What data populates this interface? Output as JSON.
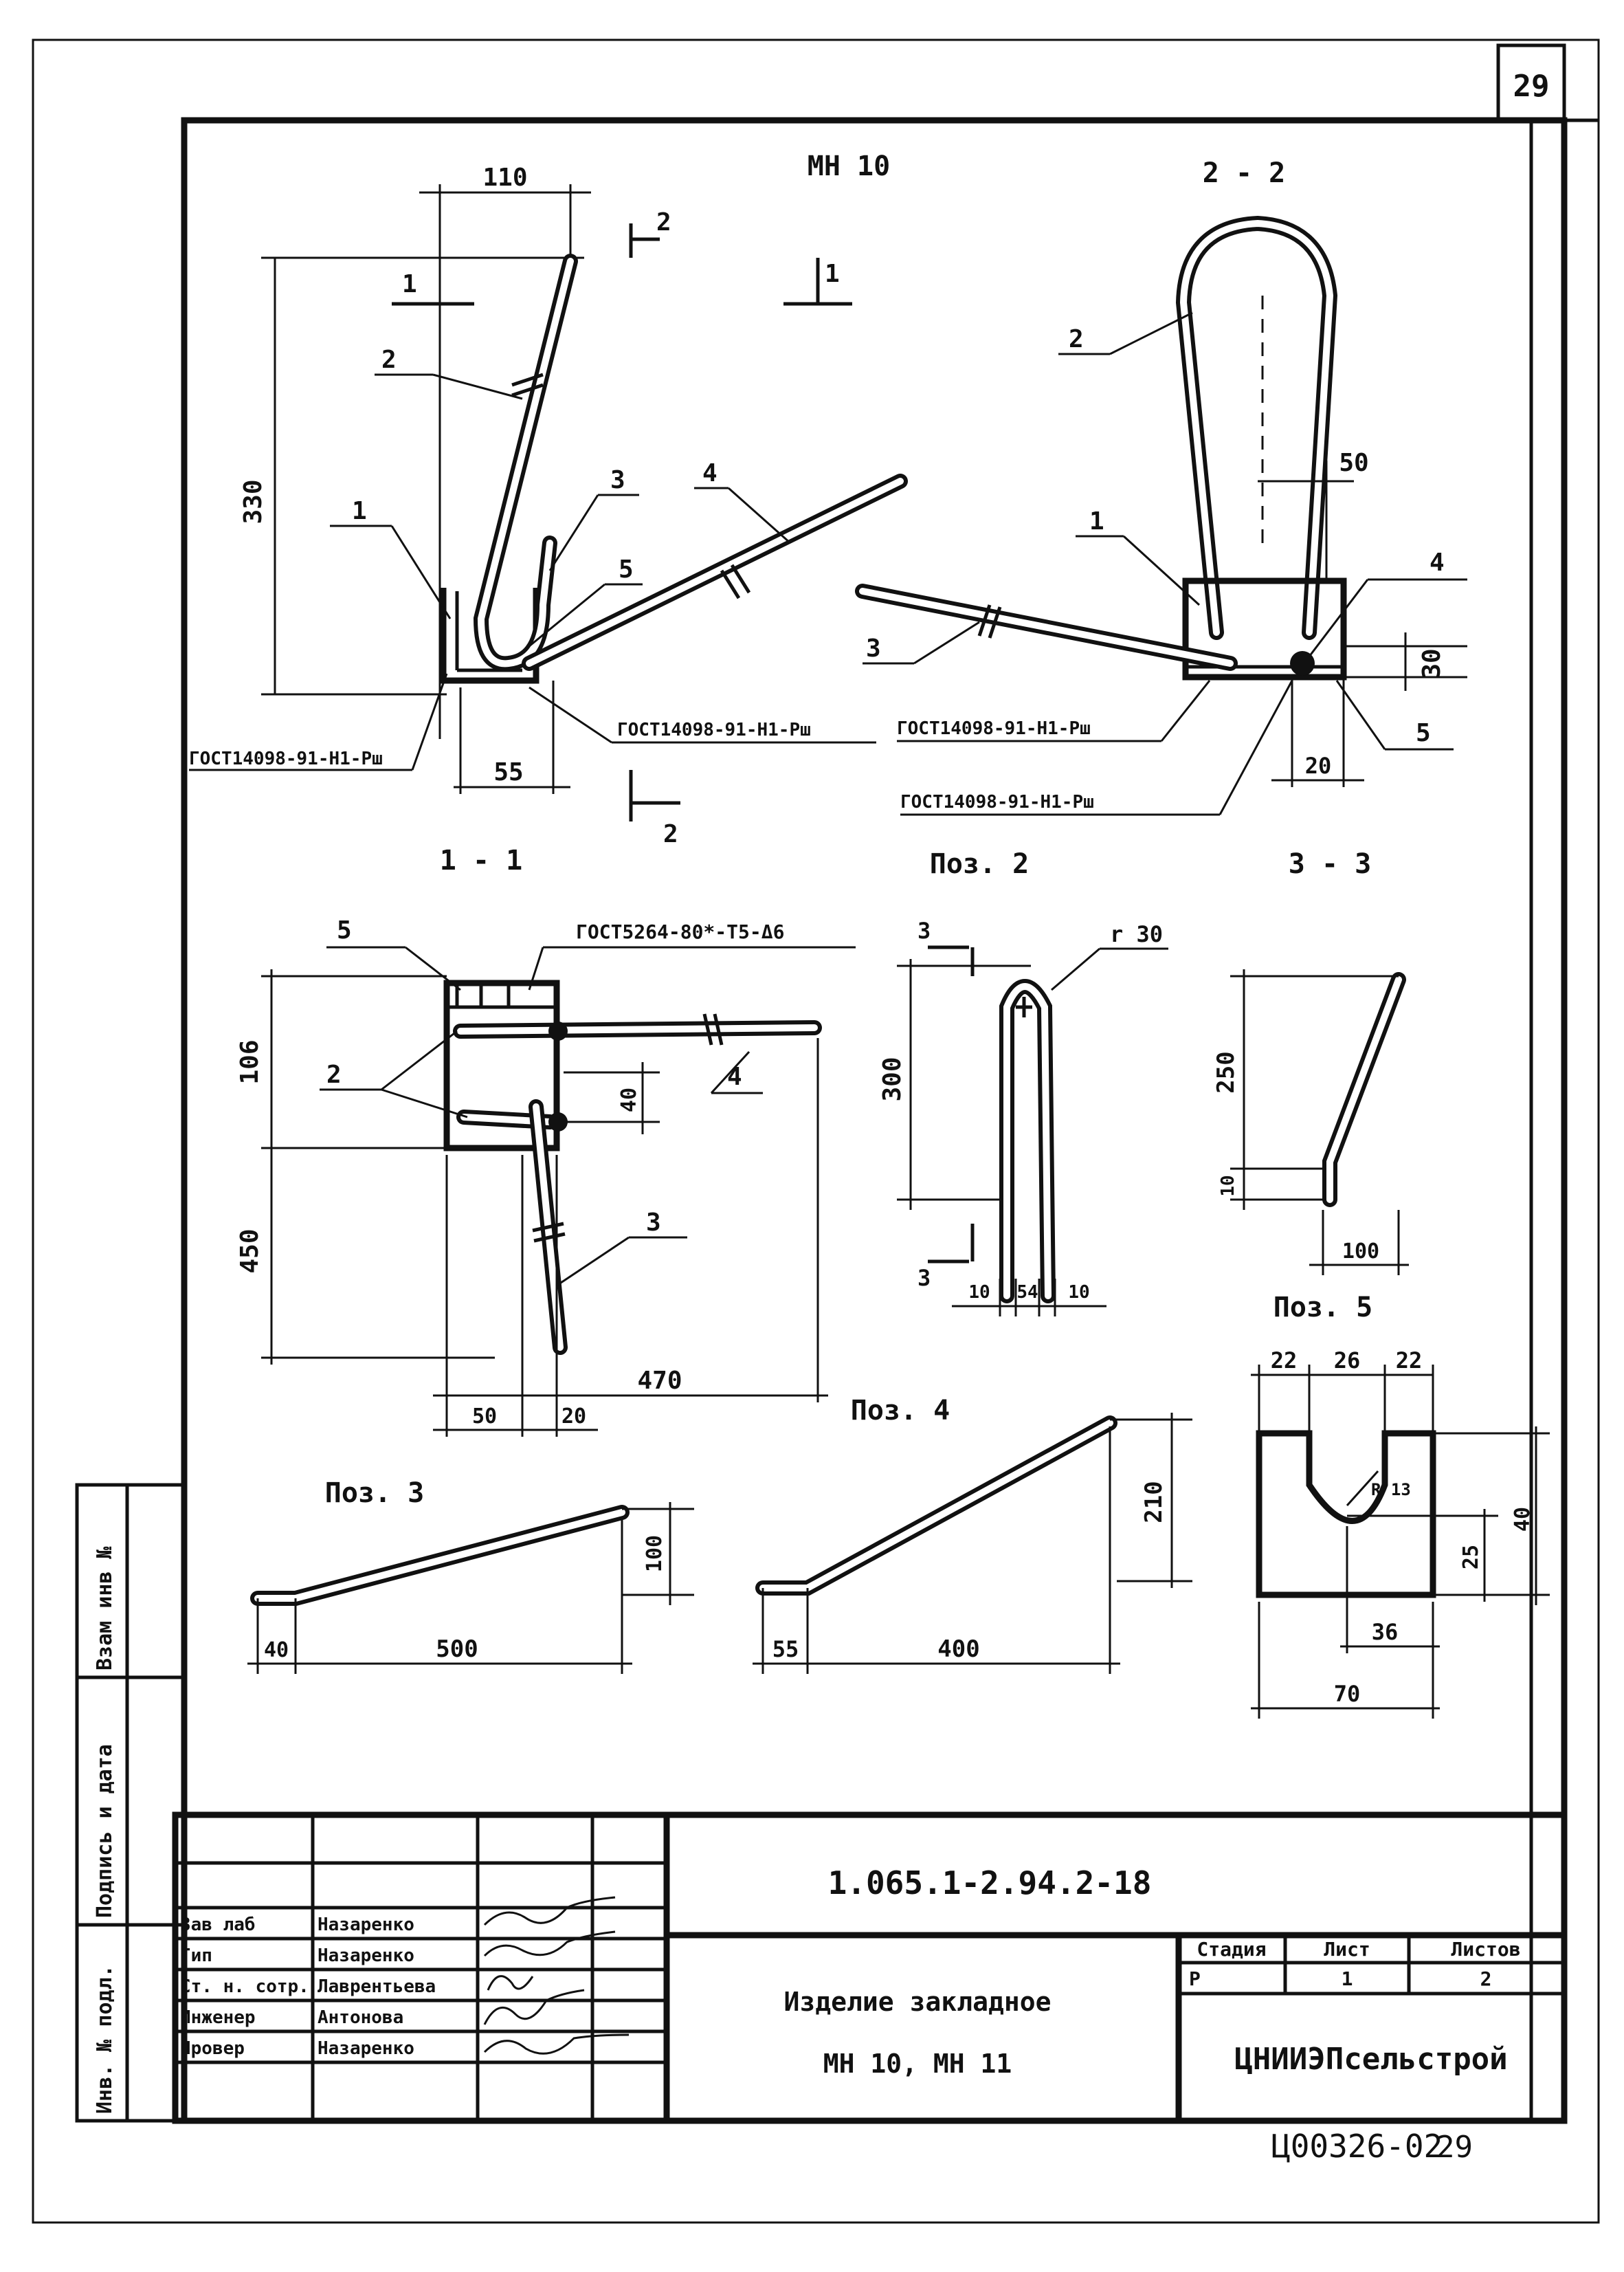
{
  "sheet_number": "29",
  "title": "МН 10",
  "views": {
    "main": {
      "dims": [
        "110",
        "330",
        "55"
      ],
      "labels": [
        "1",
        "2",
        "3",
        "4",
        "5"
      ],
      "section_marks": [
        "2",
        "1",
        "1",
        "2"
      ],
      "weld_notes": [
        "ГОСТ14098-91-Н1-Рш",
        "ГОСТ14098-91-Н1-Рш"
      ]
    },
    "section_2_2": {
      "title": "2 - 2",
      "dims": [
        "50",
        "30",
        "20"
      ],
      "labels": [
        "2",
        "1",
        "4",
        "3",
        "5"
      ],
      "weld_notes": [
        "ГОСТ14098-91-Н1-Рш",
        "ГОСТ14098-91-Н1-Рш"
      ]
    },
    "section_1_1": {
      "title": "1 - 1",
      "dims": [
        "106",
        "40",
        "450",
        "470",
        "50",
        "20"
      ],
      "labels": [
        "5",
        "2",
        "4",
        "3"
      ],
      "weld_notes": [
        "ГОСТ5264-80*-Т5-Δ6"
      ]
    },
    "pos_2": {
      "title": "Поз. 2",
      "dims": [
        "300",
        "r 30",
        "10",
        "54",
        "10"
      ],
      "section_marks": [
        "3",
        "3"
      ]
    },
    "section_3_3": {
      "title": "3 - 3",
      "dims": [
        "250",
        "10",
        "100"
      ]
    },
    "pos_5": {
      "title": "Поз. 5",
      "dims": [
        "22",
        "26",
        "22",
        "R 13",
        "40",
        "25",
        "36",
        "70"
      ]
    },
    "pos_4": {
      "title": "Поз. 4",
      "dims": [
        "210",
        "55",
        "400"
      ]
    },
    "pos_3": {
      "title": "Поз. 3",
      "dims": [
        "100",
        "40",
        "500"
      ]
    }
  },
  "side_stamp": {
    "cells": [
      "Взам инв №",
      "Подпись и дата",
      "Инв. № подл."
    ]
  },
  "title_block": {
    "doc_code": "1.065.1-2.94.2-18",
    "name_line1": "Изделие закладное",
    "name_line2": "МН 10, МН 11",
    "org": "ЦНИИЭПсельстрой",
    "stage_header": "Стадия",
    "sheet_header": "Лист",
    "sheets_header": "Листов",
    "stage": "Р",
    "sheet": "1",
    "sheets": "2",
    "people": [
      {
        "role": "Зав лаб",
        "name": "Назаренко"
      },
      {
        "role": "Гип",
        "name": "Назаренко"
      },
      {
        "role": "Ст. н. сотр.",
        "name": "Лаврентьева"
      },
      {
        "role": "Инженер",
        "name": "Антонова"
      },
      {
        "role": "Провер",
        "name": "Назаренко"
      }
    ]
  },
  "footer_code": "Ц00326-02",
  "footer_sheet": "29"
}
